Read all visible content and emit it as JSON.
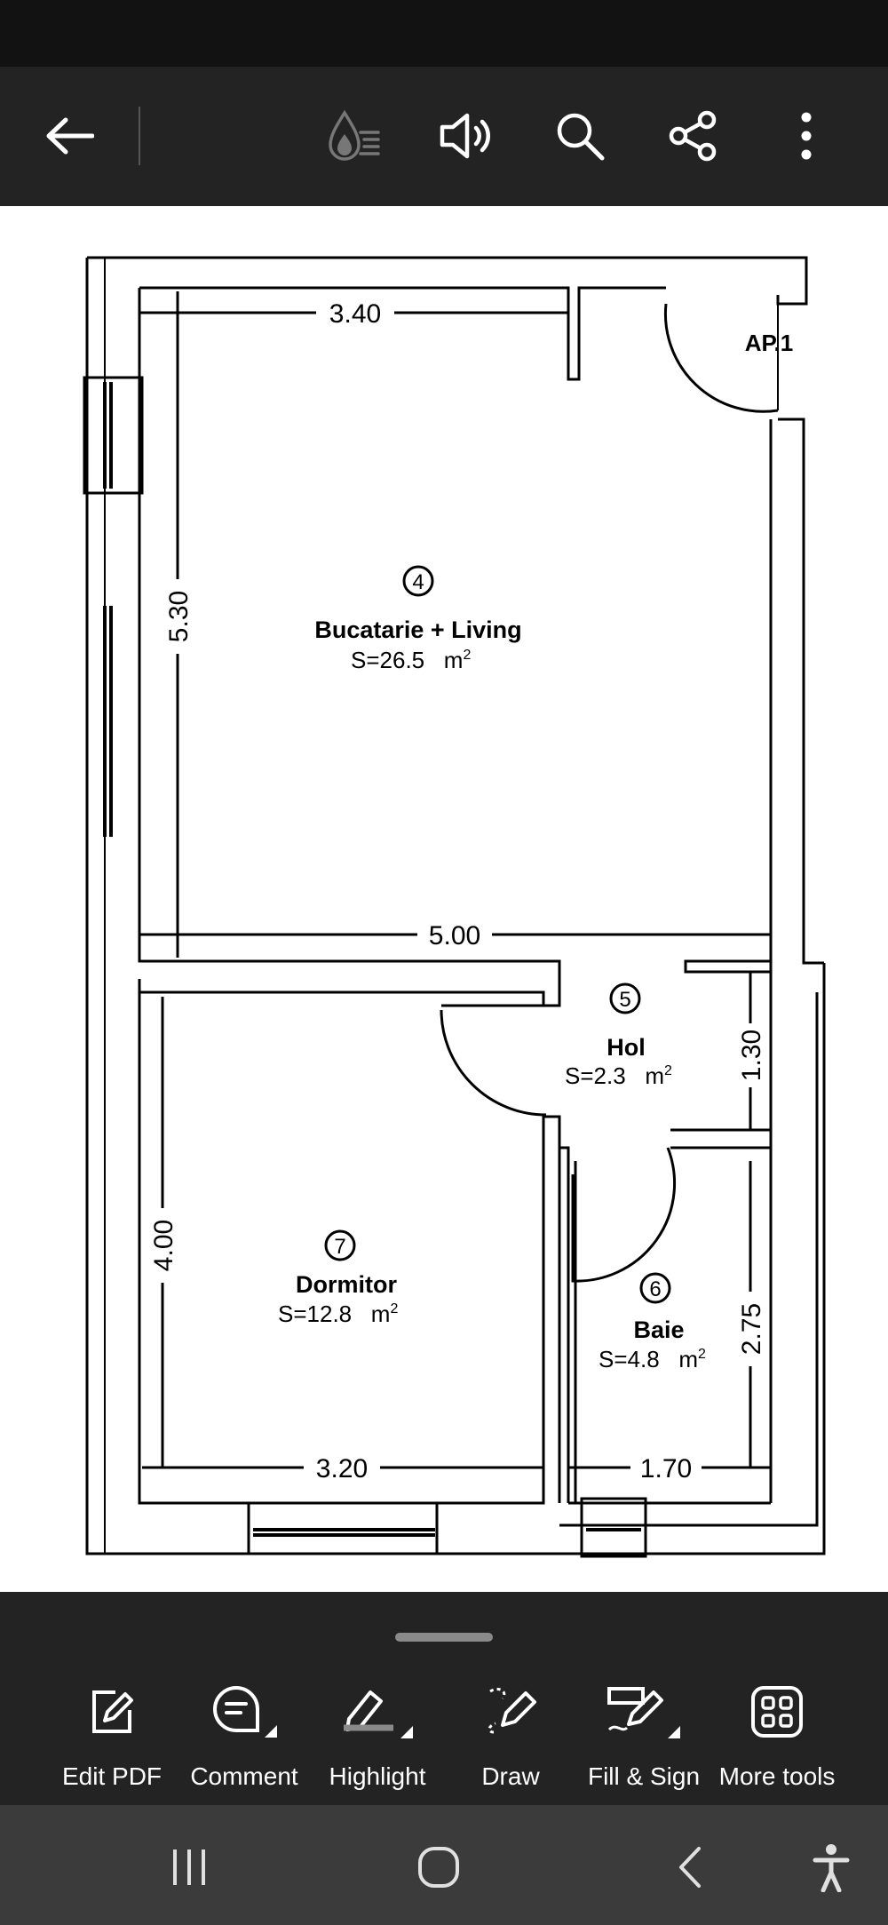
{
  "toolbar": {
    "icons": [
      "back-arrow-icon",
      "liquid-mode-icon",
      "read-aloud-icon",
      "search-icon",
      "share-icon",
      "more-options-icon"
    ]
  },
  "document": {
    "apartment_label": "AP.1",
    "rooms": [
      {
        "number": "4",
        "name": "Bucatarie + Living",
        "area": "S=26.5   m",
        "sup": "2"
      },
      {
        "number": "5",
        "name": "Hol",
        "area": "S=2.3   m",
        "sup": "2"
      },
      {
        "number": "6",
        "name": "Baie",
        "area": "S=4.8   m",
        "sup": "2"
      },
      {
        "number": "7",
        "name": "Dormitor",
        "area": "S=12.8   m",
        "sup": "2"
      }
    ],
    "dimensions": {
      "living_width": "3.40",
      "living_height": "5.30",
      "total_width": "5.00",
      "hol_height": "1.30",
      "dormitor_height": "4.00",
      "dormitor_width": "3.20",
      "baie_height": "2.75",
      "baie_width": "1.70"
    }
  },
  "bottom_tools": {
    "items": [
      {
        "label": "Edit PDF",
        "icon": "edit-pdf-icon"
      },
      {
        "label": "Comment",
        "icon": "comment-icon"
      },
      {
        "label": "Highlight",
        "icon": "highlight-icon"
      },
      {
        "label": "Draw",
        "icon": "draw-icon"
      },
      {
        "label": "Fill & Sign",
        "icon": "fill-sign-icon"
      },
      {
        "label": "More tools",
        "icon": "more-tools-icon"
      }
    ]
  },
  "nav": {
    "icons": [
      "recent-apps-icon",
      "home-icon",
      "back-icon",
      "accessibility-icon"
    ]
  },
  "colors": {
    "toolbar_bg": "#232323",
    "status_bg": "#121212",
    "nav_bg": "#3b3b3b",
    "icon": "#ffffff"
  }
}
